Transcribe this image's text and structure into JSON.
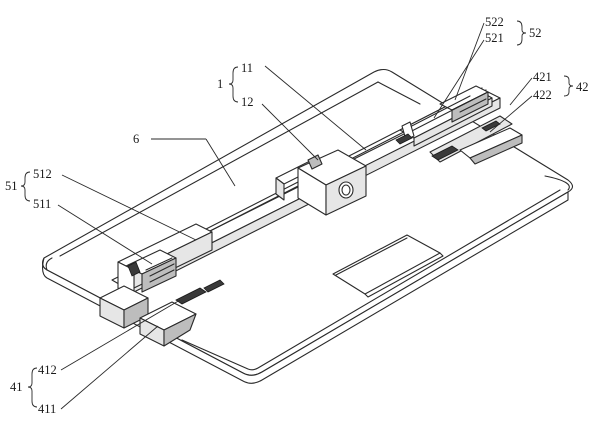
{
  "labels": {
    "l_522": "522",
    "l_521": "521",
    "l_52": "52",
    "l_421": "421",
    "l_422": "422",
    "l_42": "42",
    "l_1": "1",
    "l_11": "11",
    "l_12": "12",
    "l_6": "6",
    "l_51": "51",
    "l_512": "512",
    "l_511": "511",
    "l_41": "41",
    "l_412": "412",
    "l_411": "411"
  }
}
